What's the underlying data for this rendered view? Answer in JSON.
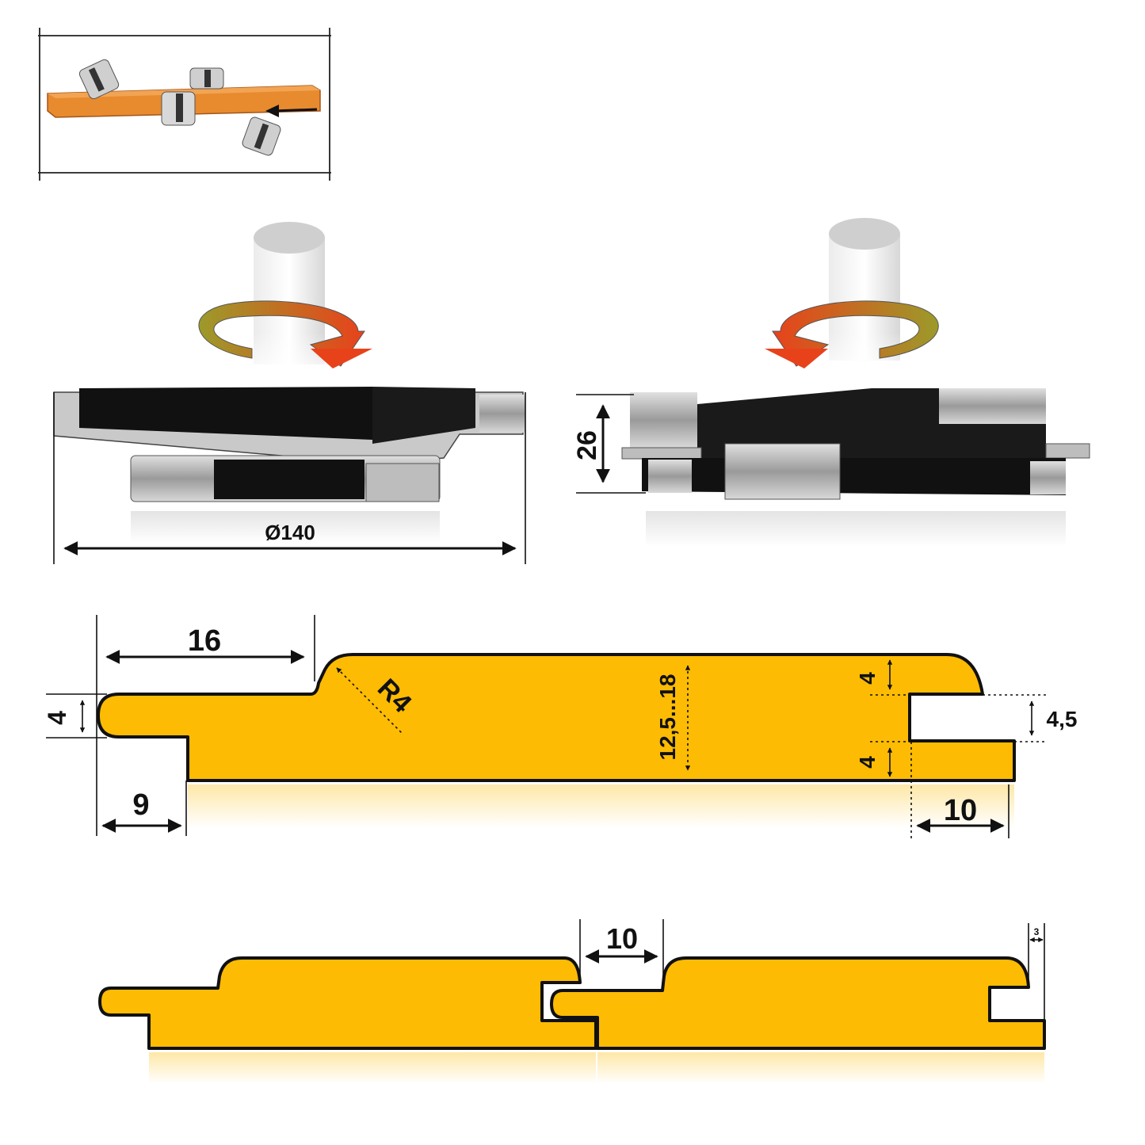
{
  "dimensions": {
    "diameter": "Ø140",
    "height": "26",
    "tongue_length": "16",
    "tongue_thickness": "4",
    "radius": "R4",
    "board_thickness": "12,5...18",
    "groove_top": "4",
    "groove_width": "4,5",
    "groove_bottom": "4",
    "shoulder_offset": "9",
    "groove_depth": "10",
    "assembly_gap": "10",
    "assembly_edge": "3"
  },
  "colors": {
    "board": "#FDBB04",
    "workpiece": "#E88A2E",
    "arrow_start": "#9C9A2A",
    "arrow_end": "#E8421B",
    "outline": "#111111"
  },
  "icons": [
    "router-bit-icon",
    "spindle-icon",
    "rotation-arrow-icon"
  ]
}
